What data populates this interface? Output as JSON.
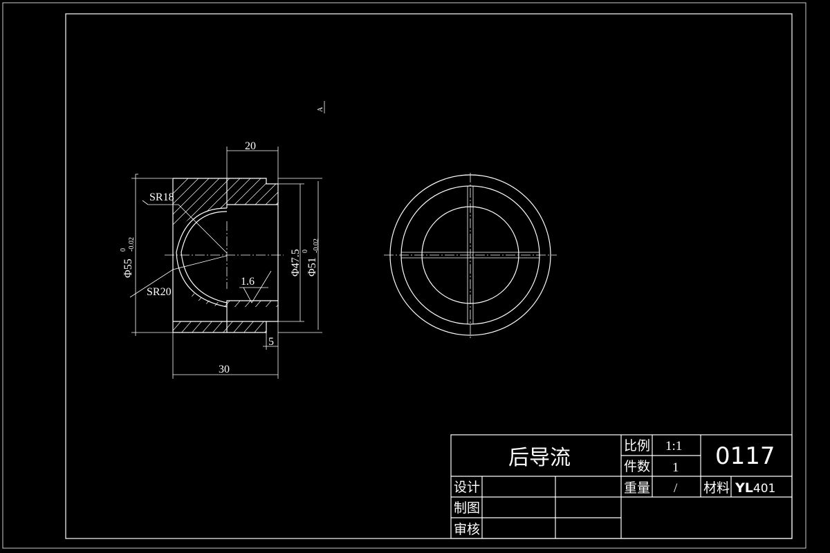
{
  "section_marker": "A",
  "dimensions": {
    "width_top": "20",
    "width_bottom": "30",
    "step": "5",
    "sr_top": "SR18",
    "sr_bottom": "SR20",
    "roughness": "1.6",
    "dia_outer_left": "Φ55",
    "dia_outer_left_tol_upper": "0",
    "dia_outer_left_tol_lower": "-0.02",
    "dia_bore": "Φ47.5",
    "dia_outer_right": "Φ51",
    "dia_outer_right_tol_upper": "0",
    "dia_outer_right_tol_lower": "-0.02"
  },
  "title_block": {
    "part_name": "后导流",
    "drawing_number": "0117",
    "scale_label": "比例",
    "scale_value": "1:1",
    "quantity_label": "件数",
    "quantity_value": "1",
    "weight_label": "重量",
    "weight_value": "/",
    "material_label": "材料",
    "material_value_bold": "YL",
    "material_value_rest": "401",
    "design_label": "设计",
    "drawn_label": "制图",
    "review_label": "审核"
  }
}
